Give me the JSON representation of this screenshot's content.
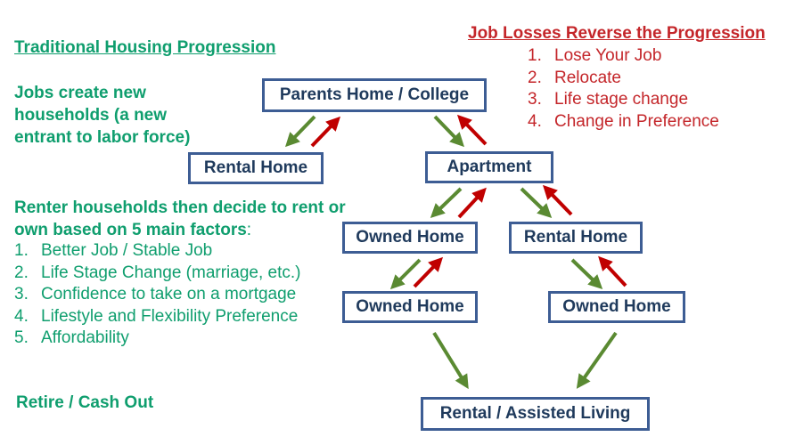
{
  "left": {
    "title": "Traditional Housing Progression",
    "jobs_text": [
      "Jobs create new",
      "households (a new",
      "entrant to labor force)"
    ],
    "renter_text": [
      "Renter households then decide to rent or",
      "own based on 5 main factors"
    ],
    "renter_colon": ":",
    "factors": [
      {
        "num": "1.",
        "text": "Better Job / Stable Job"
      },
      {
        "num": "2.",
        "text": "Life Stage Change (marriage, etc.)"
      },
      {
        "num": "3.",
        "text": "Confidence to take on a mortgage"
      },
      {
        "num": "4.",
        "text": "Lifestyle and Flexibility Preference"
      },
      {
        "num": "5.",
        "text": "Affordability"
      }
    ],
    "retire": "Retire / Cash Out"
  },
  "right": {
    "title": "Job Losses Reverse the Progression",
    "items": [
      {
        "num": "1.",
        "text": "Lose Your Job"
      },
      {
        "num": "2.",
        "text": "Relocate"
      },
      {
        "num": "3.",
        "text": "Life stage change"
      },
      {
        "num": "4.",
        "text": "Change in Preference"
      }
    ]
  },
  "nodes": {
    "parents": "Parents Home / College",
    "rental_home_left": "Rental Home",
    "apartment": "Apartment",
    "owned_home_1": "Owned Home",
    "rental_home_right": "Rental Home",
    "owned_home_2": "Owned Home",
    "owned_home_3": "Owned Home",
    "assisted": "Rental / Assisted Living"
  },
  "colors": {
    "green_text": "#0f9e6e",
    "red_text": "#c4262a",
    "box_border": "#3d5d94",
    "box_text": "#1f3a5c",
    "arrow_green": "#5a8a32",
    "arrow_red": "#c00000"
  }
}
